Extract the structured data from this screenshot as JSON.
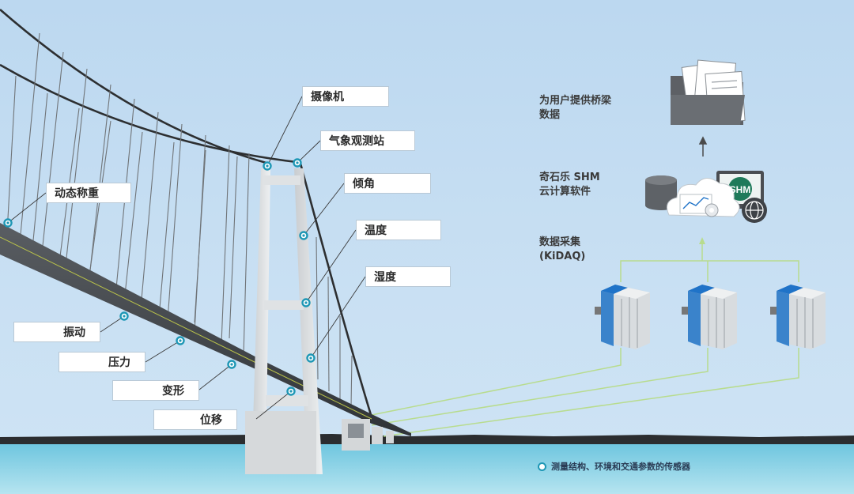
{
  "sensors": {
    "camera": "摄像机",
    "weather_station": "气象观测站",
    "tilt": "倾角",
    "temperature": "温度",
    "humidity": "湿度",
    "dynamic_weighing": "动态称重",
    "vibration": "振动",
    "pressure": "压力",
    "deformation": "变形",
    "displacement": "位移"
  },
  "system": {
    "output_line1": "为用户提供桥梁",
    "output_line2": "数据",
    "software_line1": "奇石乐 SHM",
    "software_line2": "云计算软件",
    "daq_line1": "数据采集",
    "daq_line2": "(KiDAQ)",
    "shm_badge": "SHM"
  },
  "legend": {
    "text": "测量结构、环境和交通参数的传感器"
  },
  "colors": {
    "sky": "#c9e0f3",
    "water": "#8fd3e6",
    "sensor": "#1e97b5",
    "connector": "#b8dc8e",
    "daq_blue": "#1f73c8",
    "badge_green": "#1f7a5a"
  }
}
